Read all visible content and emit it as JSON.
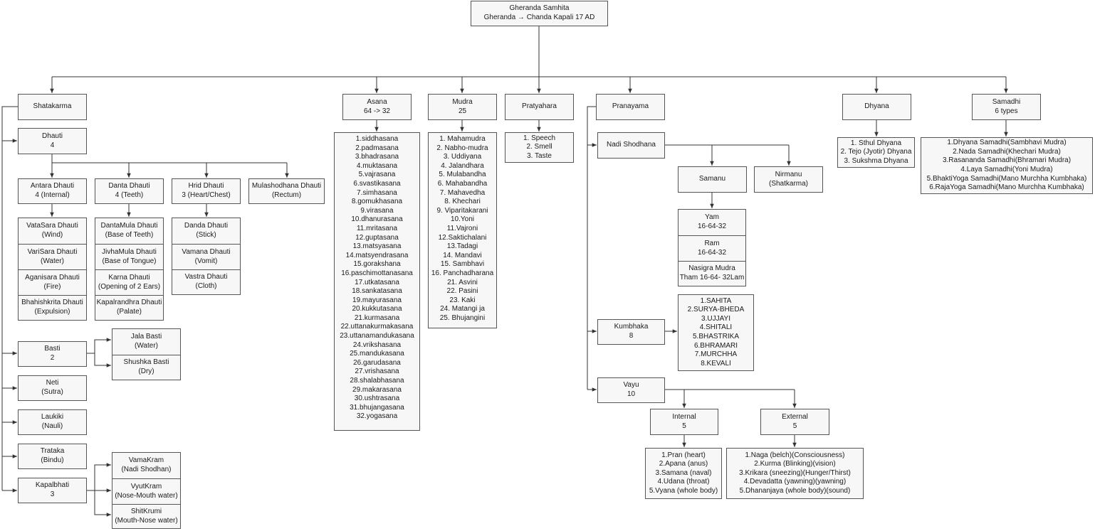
{
  "root": {
    "title": "Gheranda Samhita",
    "author": "Gheranda",
    "arrow": "→",
    "lineage": "Chanda Kapali 17 AD"
  },
  "shatakarma": {
    "label": "Shatakarma"
  },
  "dhauti": {
    "lines": [
      "Dhauti",
      "4"
    ]
  },
  "antara": {
    "lines": [
      "Antara Dhauti",
      "4 (Internal)"
    ]
  },
  "danta": {
    "lines": [
      "Danta Dhauti",
      "4 (Teeth)"
    ]
  },
  "hrid": {
    "lines": [
      "Hrid Dhauti",
      "3 (Heart/Chest)"
    ]
  },
  "mula": {
    "lines": [
      "Mulashodhana Dhauti",
      "(Rectum)"
    ]
  },
  "antara_items": [
    [
      "VataSara Dhauti",
      "(Wind)"
    ],
    [
      "VariSara Dhauti",
      "(Water)"
    ],
    [
      "Aganisara Dhauti",
      "(Fire)"
    ],
    [
      "Bhahishkrita Dhauti",
      "(Expulsion)"
    ]
  ],
  "danta_items": [
    [
      "DantaMula Dhauti",
      "(Base of Teeth)"
    ],
    [
      "JivhaMula Dhauti",
      "(Base of Tongue)"
    ],
    [
      "Karna Dhauti",
      "(Opening of 2 Ears)"
    ],
    [
      "Kapalrandhra Dhauti",
      "(Palate)"
    ]
  ],
  "hrid_items": [
    [
      "Danda Dhauti",
      "(Stick)"
    ],
    [
      "Vamana Dhauti",
      "(Vomit)"
    ],
    [
      "Vastra Dhauti",
      "(Cloth)"
    ]
  ],
  "basti": {
    "lines": [
      "Basti",
      "2"
    ]
  },
  "basti_items": [
    [
      "Jala Basti",
      "(Water)"
    ],
    [
      "Shushka Basti",
      "(Dry)"
    ]
  ],
  "neti": {
    "lines": [
      "Neti",
      "(Sutra)"
    ]
  },
  "laukiki": {
    "lines": [
      "Laukiki",
      "(Nauli)"
    ]
  },
  "trataka": {
    "lines": [
      "Trataka",
      "(Bindu)"
    ]
  },
  "kapalbhati": {
    "lines": [
      "Kapalbhati",
      "3"
    ]
  },
  "kapal_items": [
    [
      "VamaKram",
      "(Nadi Shodhan)"
    ],
    [
      "VyutKram",
      "(Nose-Mouth water)"
    ],
    [
      "ShitKrumi",
      "(Mouth-Nose water)"
    ]
  ],
  "asana": {
    "lines": [
      "Asana",
      "64 -> 32"
    ]
  },
  "asana_list": [
    "1.siddhasana",
    "2.padmasana",
    "3.bhadrasana",
    "4.muktasana",
    "5.vajrasana",
    "6.svastikasana",
    "7.simhasana",
    "8.gomukhasana",
    "9.virasana",
    "10.dhanurasana",
    "11.mritasana",
    "12.guptasana",
    "13.matsyasana",
    "14.matsyendrasana",
    "15.gorakshana",
    "16.paschimottanasana",
    "17.utkatasana",
    "18.sankatasana",
    "19.mayurasana",
    "20.kukkutasana",
    "21.kurmasana",
    "22.uttanakurmakasana",
    "23.uttanamandukasana",
    "24.vrikshasana",
    "25.mandukasana",
    "26.garudasana",
    "27.vrishasana",
    "28.shalabhasana",
    "29.makarasana",
    "30.ushtrasana",
    "31.bhujangasana",
    "32.yogasana"
  ],
  "mudra": {
    "lines": [
      "Mudra",
      "25"
    ]
  },
  "mudra_list": [
    "1. Mahamudra",
    "2. Nabho-mudra",
    "3. Uddiyana",
    "4. Jalandhara",
    "5. Mulabandha",
    "6. Mahabandha",
    "7. Mahavedha",
    "8. Khechari",
    "9. Viparitakarani",
    "10.Yoni",
    "11.Vajroni",
    "12.Saktichalani",
    "13.Tadagi",
    "14. Mandavi",
    "15. Sambhavi",
    "16. Panchadharana",
    "21. Asvini",
    "22. Pasini",
    "23. Kaki",
    "24. Matangi ja",
    "25. Bhujangini"
  ],
  "pratyahara": {
    "label": "Pratyahara"
  },
  "pratyahara_list": [
    "1. Speech",
    "2. Smell",
    "3. Taste"
  ],
  "pranayama": {
    "label": "Pranayama"
  },
  "nadi": {
    "label": "Nadi Shodhana"
  },
  "samanu": {
    "label": "Samanu"
  },
  "nirmanu": {
    "lines": [
      "Nirmanu",
      "(Shatkarma)"
    ]
  },
  "samanu_items": [
    [
      "Yam",
      "16-64-32"
    ],
    [
      "Ram",
      "16-64-32"
    ],
    [
      "Nasigra Mudra",
      "Tham 16-64- 32Lam"
    ]
  ],
  "kumbhaka": {
    "lines": [
      "Kumbhaka",
      "8"
    ]
  },
  "kumbhaka_list": [
    "1.SAHITA",
    "2.SURYA-BHEDA",
    "3.UJJAYI",
    "4.SHITALI",
    "5.BHASTRIKA",
    "6.BHRAMARI",
    "7.MURCHHA",
    "8.KEVALI"
  ],
  "vayu": {
    "lines": [
      "Vayu",
      "10"
    ]
  },
  "internal": {
    "lines": [
      "Internal",
      "5"
    ]
  },
  "external": {
    "lines": [
      "External",
      "5"
    ]
  },
  "internal_list": [
    "1.Pran (heart)",
    "2.Apana (anus)",
    "3.Samana (naval)",
    "4.Udana (throat)",
    "5.Vyana (whole body)"
  ],
  "external_list": [
    "1.Naga (belch)(Consciousness)",
    "2.Kurma (Blinking)(vision)",
    "3.Krikara (sneezing)(Hunger/Thirst)",
    "4.Devadatta (yawning)(yawning)",
    "5.Dhananjaya (whole body)(sound)"
  ],
  "dhyana": {
    "label": "Dhyana"
  },
  "dhyana_list": [
    "1. Sthul Dhyana",
    "2. Tejo (Jyotir) Dhyana",
    "3. Sukshma Dhyana"
  ],
  "samadhi": {
    "lines": [
      "Samadhi",
      "6 types"
    ]
  },
  "samadhi_list": [
    "1.Dhyana Samadhi(Sambhavi Mudra)",
    "2.Nada Samadhi(Khechari Mudra)",
    "3.Rasananda Samadhi(Bhramari Mudra)",
    "4.Laya Samadhi(Yoni Mudra)",
    "5.BhaktiYoga Samadhi(Mano Murchha Kumbhaka)",
    "6.RajaYoga Samadhi(Mano Murchha Kumbhaka)"
  ]
}
